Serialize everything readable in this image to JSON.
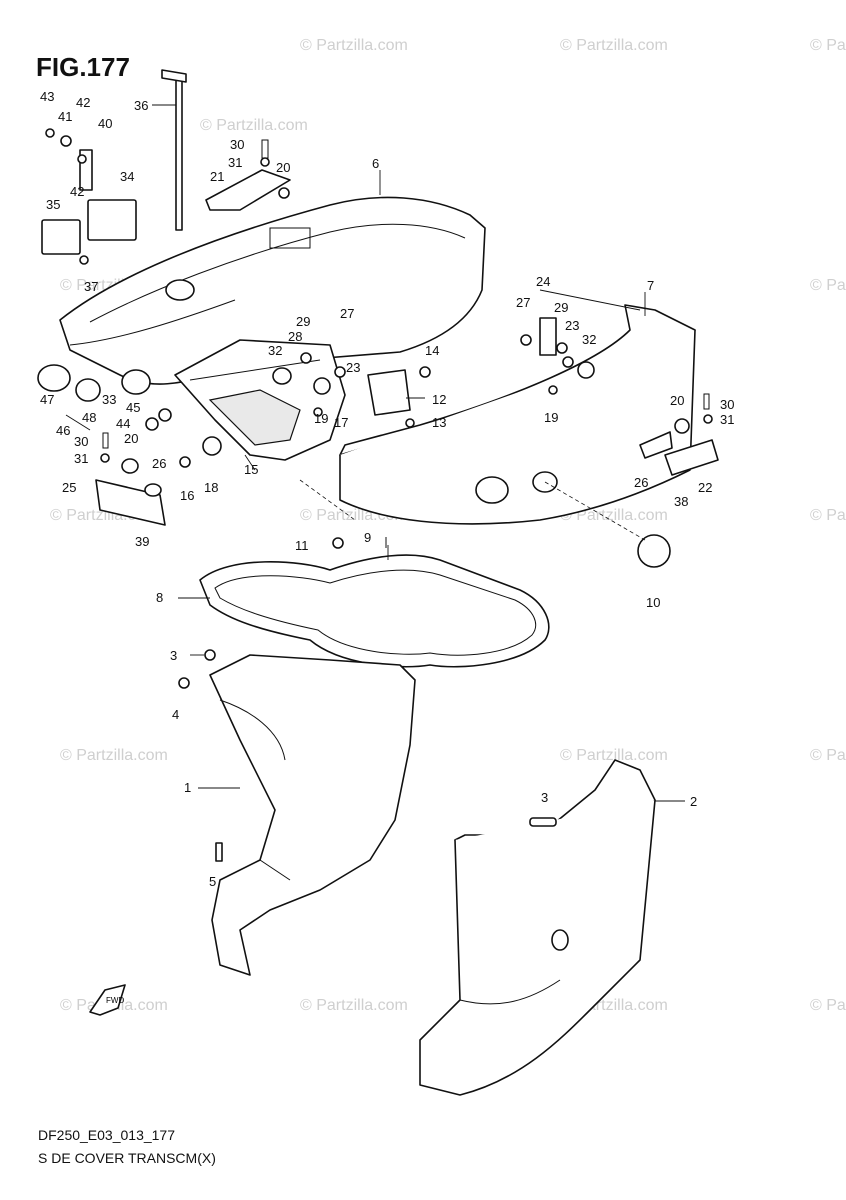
{
  "figure": {
    "title": "FIG.177",
    "code": "DF250_E03_013_177",
    "name": "S DE COVER TRANSCM(X)"
  },
  "watermark": "© Partzilla.com",
  "direction_arrow": {
    "label": "FWD",
    "icon": "forward-arrow-icon"
  },
  "callouts": [
    {
      "id": "c43",
      "label": "43"
    },
    {
      "id": "c42a",
      "label": "42"
    },
    {
      "id": "c41",
      "label": "41"
    },
    {
      "id": "c40",
      "label": "40"
    },
    {
      "id": "c42b",
      "label": "42"
    },
    {
      "id": "c34",
      "label": "34"
    },
    {
      "id": "c35",
      "label": "35"
    },
    {
      "id": "c37",
      "label": "37"
    },
    {
      "id": "c36",
      "label": "36"
    },
    {
      "id": "c30a",
      "label": "30"
    },
    {
      "id": "c31a",
      "label": "31"
    },
    {
      "id": "c20a",
      "label": "20"
    },
    {
      "id": "c21",
      "label": "21"
    },
    {
      "id": "c6",
      "label": "6"
    },
    {
      "id": "c24",
      "label": "24"
    },
    {
      "id": "c7",
      "label": "7"
    },
    {
      "id": "c27a",
      "label": "27"
    },
    {
      "id": "c29a",
      "label": "29"
    },
    {
      "id": "c23a",
      "label": "23"
    },
    {
      "id": "c32a",
      "label": "32"
    },
    {
      "id": "c29b",
      "label": "29"
    },
    {
      "id": "c27b",
      "label": "27"
    },
    {
      "id": "c28",
      "label": "28"
    },
    {
      "id": "c32b",
      "label": "32"
    },
    {
      "id": "c14",
      "label": "14"
    },
    {
      "id": "c23b",
      "label": "23"
    },
    {
      "id": "c12",
      "label": "12"
    },
    {
      "id": "c13",
      "label": "13"
    },
    {
      "id": "c19a",
      "label": "19"
    },
    {
      "id": "c17",
      "label": "17"
    },
    {
      "id": "c19b",
      "label": "19"
    },
    {
      "id": "c30b",
      "label": "30"
    },
    {
      "id": "c31b",
      "label": "31"
    },
    {
      "id": "c20b",
      "label": "20"
    },
    {
      "id": "c26a",
      "label": "26"
    },
    {
      "id": "c22",
      "label": "22"
    },
    {
      "id": "c38",
      "label": "38"
    },
    {
      "id": "c47",
      "label": "47"
    },
    {
      "id": "c48",
      "label": "48"
    },
    {
      "id": "c33",
      "label": "33"
    },
    {
      "id": "c45",
      "label": "45"
    },
    {
      "id": "c44",
      "label": "44"
    },
    {
      "id": "c46",
      "label": "46"
    },
    {
      "id": "c30c",
      "label": "30"
    },
    {
      "id": "c31c",
      "label": "31"
    },
    {
      "id": "c20c",
      "label": "20"
    },
    {
      "id": "c26b",
      "label": "26"
    },
    {
      "id": "c25",
      "label": "25"
    },
    {
      "id": "c16",
      "label": "16"
    },
    {
      "id": "c18",
      "label": "18"
    },
    {
      "id": "c15",
      "label": "15"
    },
    {
      "id": "c39",
      "label": "39"
    },
    {
      "id": "c11",
      "label": "11"
    },
    {
      "id": "c9",
      "label": "9"
    },
    {
      "id": "c10",
      "label": "10"
    },
    {
      "id": "c8",
      "label": "8"
    },
    {
      "id": "c3a",
      "label": "3"
    },
    {
      "id": "c4",
      "label": "4"
    },
    {
      "id": "c1",
      "label": "1"
    },
    {
      "id": "c5",
      "label": "5"
    },
    {
      "id": "c3b",
      "label": "3"
    },
    {
      "id": "c2",
      "label": "2"
    }
  ]
}
